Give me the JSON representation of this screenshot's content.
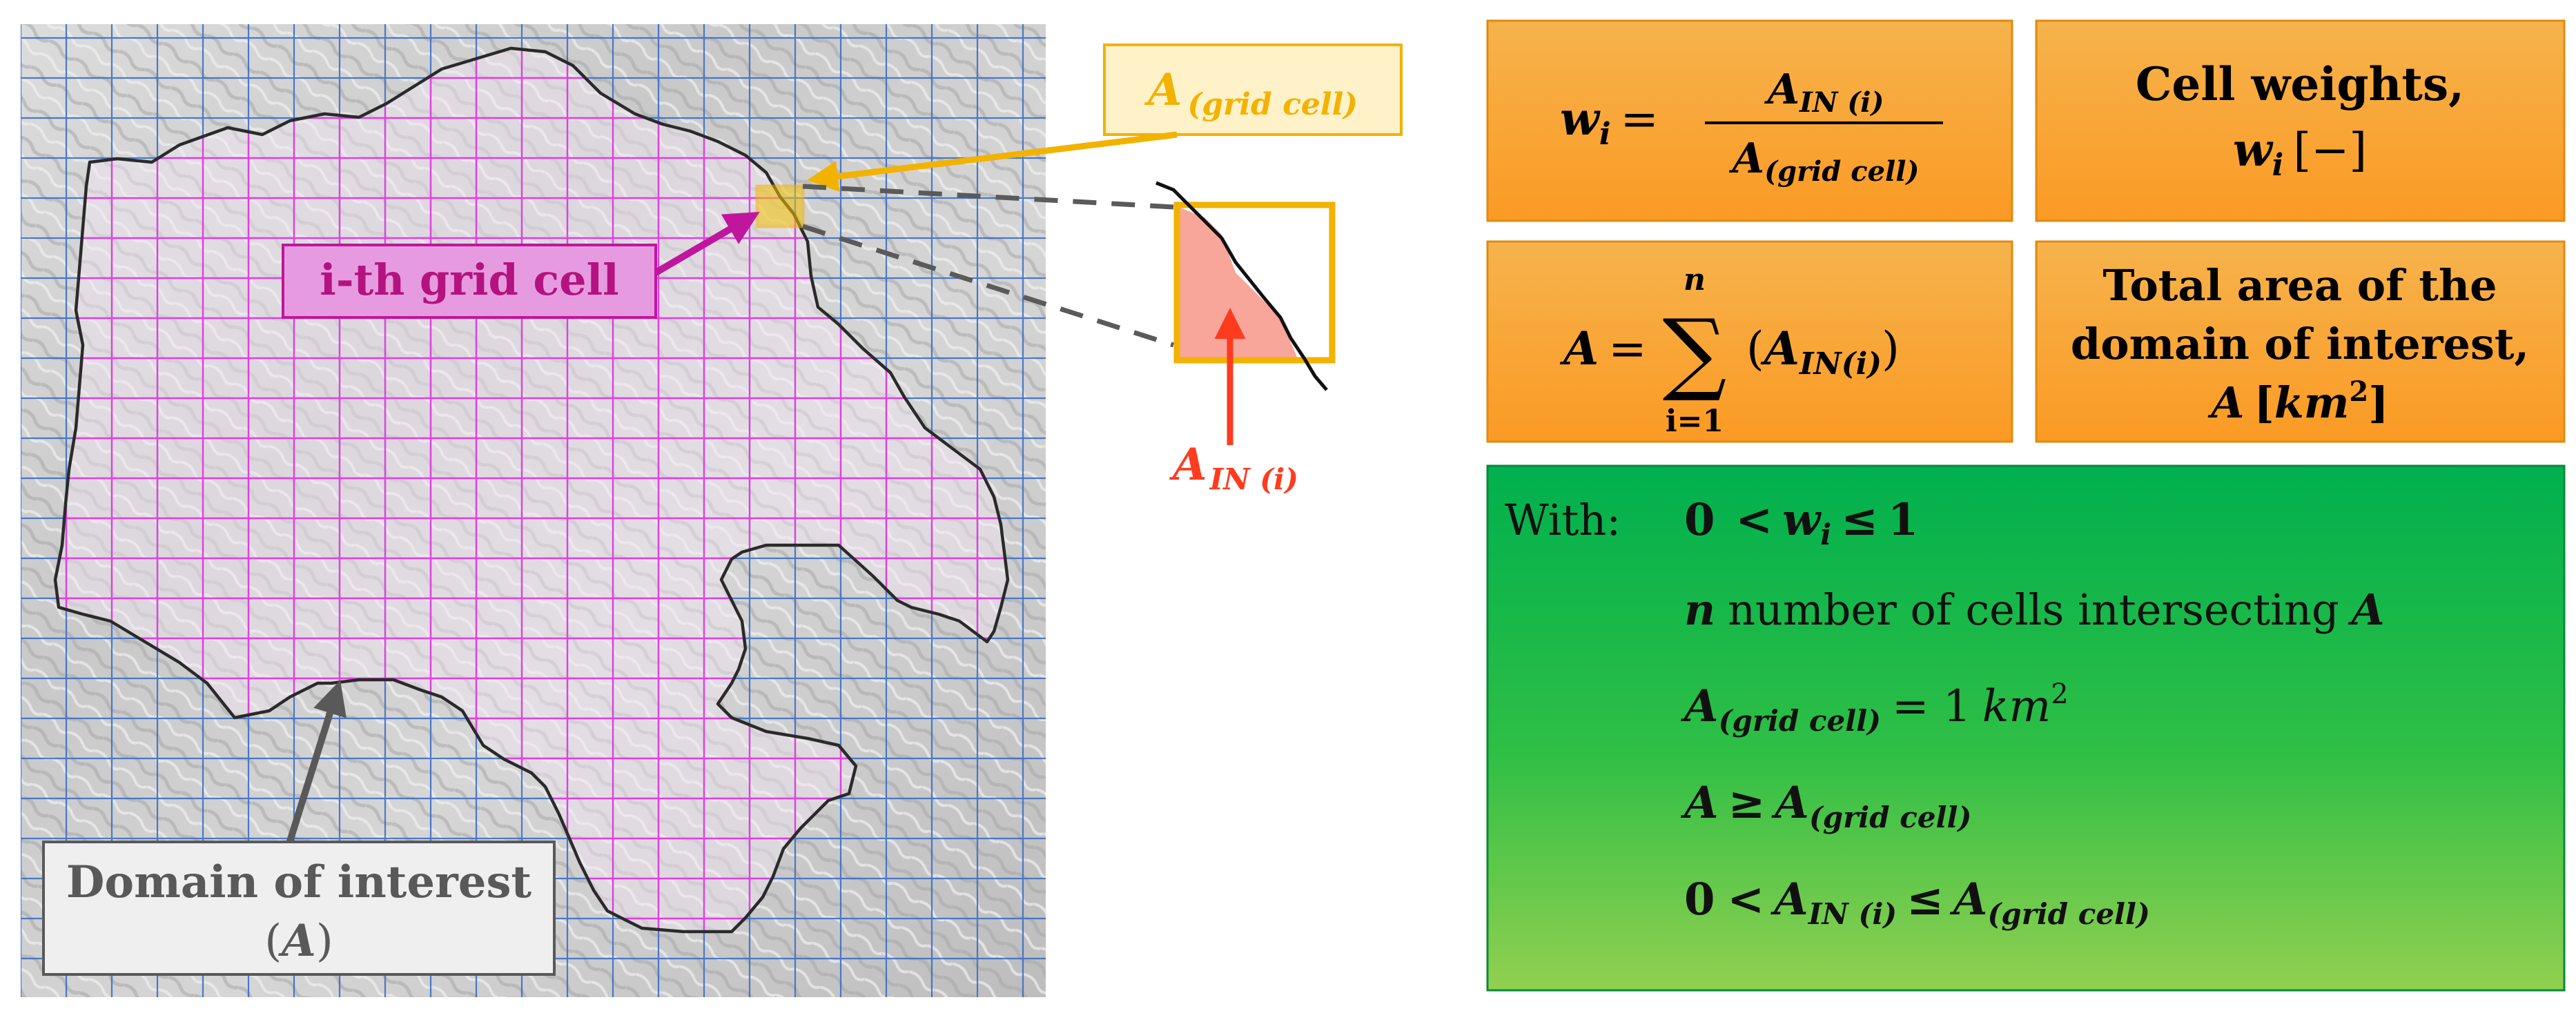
{
  "colors": {
    "grid_blue": "#3b6fc7",
    "grid_magenta": "#e040e0",
    "label_gold": "#f2b200",
    "arrow_magenta": "#c0169d",
    "arrow_red": "#ff3b1f",
    "orange_box_top": "#f6b34c",
    "orange_box_bottom": "#fb9a24",
    "green_box_top": "#00b050",
    "green_box_bottom": "#92d050",
    "intersect_fill": "#f8a59a"
  },
  "map": {
    "grid_cell_label": {
      "base": "A",
      "sub": "(grid cell)"
    },
    "ith_cell_label": "i-th grid cell",
    "inset_label": {
      "base": "A",
      "sub": "IN (i)"
    },
    "domain_label_line1": "Domain of interest",
    "domain_label_line2": {
      "open": "(",
      "symbol": "A",
      "close": ")"
    }
  },
  "formulas": {
    "weight": {
      "lhs": "w",
      "lhs_sub": "i",
      "eq": "=",
      "num": "A",
      "num_sub": "IN (i)",
      "den": "A",
      "den_sub": "(grid cell)"
    },
    "weight_label": {
      "line1": "Cell weights,",
      "symbol": "w",
      "sub": "i",
      "unit": "[−]"
    },
    "total": {
      "lhs": "A",
      "eq": "=",
      "sigma": "∑",
      "upper": "n",
      "lower": "i=1",
      "term_open": "(",
      "term": "A",
      "term_sub": "IN(i)",
      "term_close": ")"
    },
    "total_label": {
      "line1": "Total area of the",
      "line2": "domain of interest,",
      "symbol": "A",
      "unit_open": "[",
      "unit": "km",
      "unit_exp": "2",
      "unit_close": "]"
    }
  },
  "conditions": {
    "lead": "With:",
    "c1": {
      "zero": "0",
      "lt": "<",
      "w": "w",
      "wsub": "i",
      "le": "≤",
      "one": "1"
    },
    "c2": {
      "n": "n",
      "text": "number of cells intersecting",
      "A": "A"
    },
    "c3": {
      "A": "A",
      "sub": "(grid cell)",
      "eq": "= 1",
      "unit": "km",
      "exp": "2"
    },
    "c4": {
      "A": "A",
      "ge": "≥",
      "A2": "A",
      "sub": "(grid cell)"
    },
    "c5": {
      "zero": "0",
      "lt": "<",
      "A": "A",
      "sub": "IN (i)",
      "le": "≤",
      "A2": "A",
      "sub2": "(grid cell)"
    }
  }
}
